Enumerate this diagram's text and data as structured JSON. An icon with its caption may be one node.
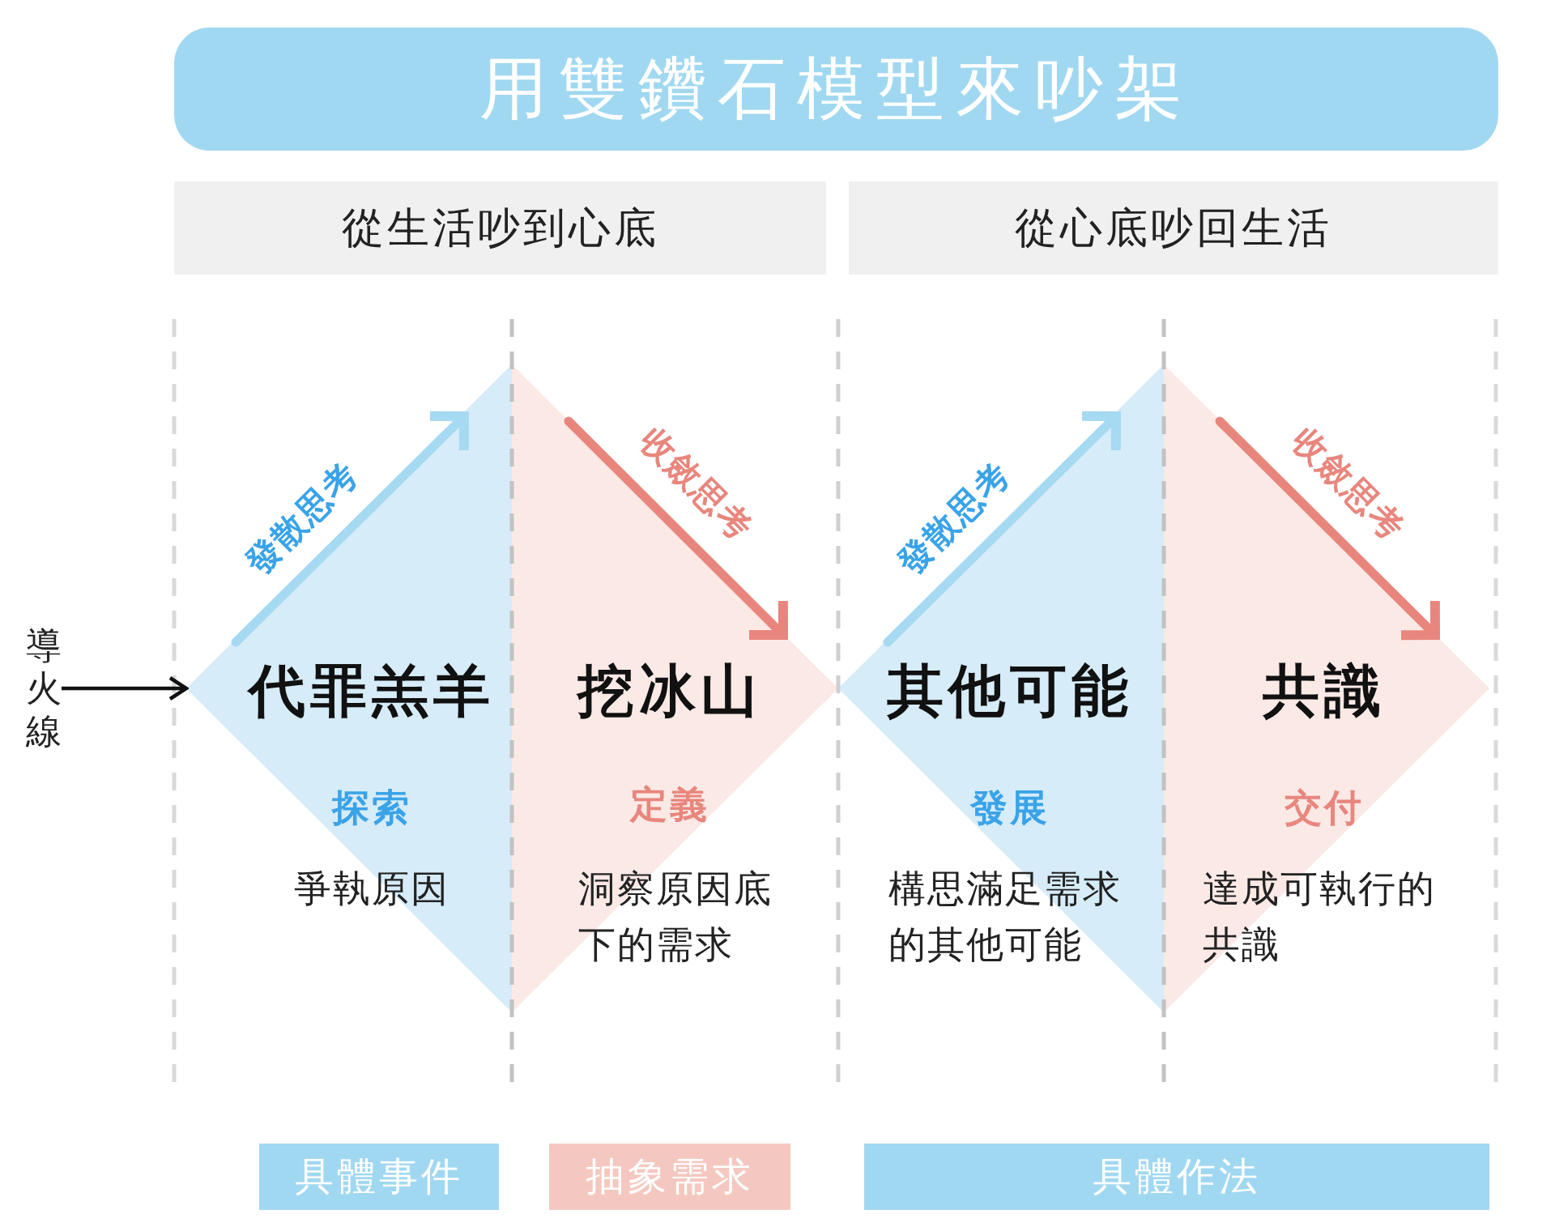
{
  "diagram": {
    "title": "用雙鑽石模型來吵架",
    "nodes": [
      {
        "text": [
          "從生活吵到心底"
        ]
      },
      {
        "text": [
          "從心底吵回生活"
        ]
      },
      {
        "text": [
          "導火線"
        ]
      },
      {
        "text": [
          "代罪羔羊",
          "探索",
          "爭執原因"
        ]
      },
      {
        "text": [
          "挖冰山",
          "定義",
          "洞察原因底下的需求"
        ]
      },
      {
        "text": [
          "其他可能",
          "發展",
          "構思滿足需求的其他可能"
        ]
      },
      {
        "text": [
          "共識",
          "交付",
          "達成可執行的共識"
        ]
      },
      {
        "text": [
          "具體事件"
        ]
      },
      {
        "text": [
          "抽象需求"
        ]
      },
      {
        "text": [
          "具體作法"
        ]
      }
    ],
    "edges": [
      {
        "from": 2,
        "to": 3,
        "arrow": "to"
      }
    ],
    "labels": [
      "發散思考",
      "收斂思考",
      "發散思考",
      "收斂思考"
    ]
  }
}
